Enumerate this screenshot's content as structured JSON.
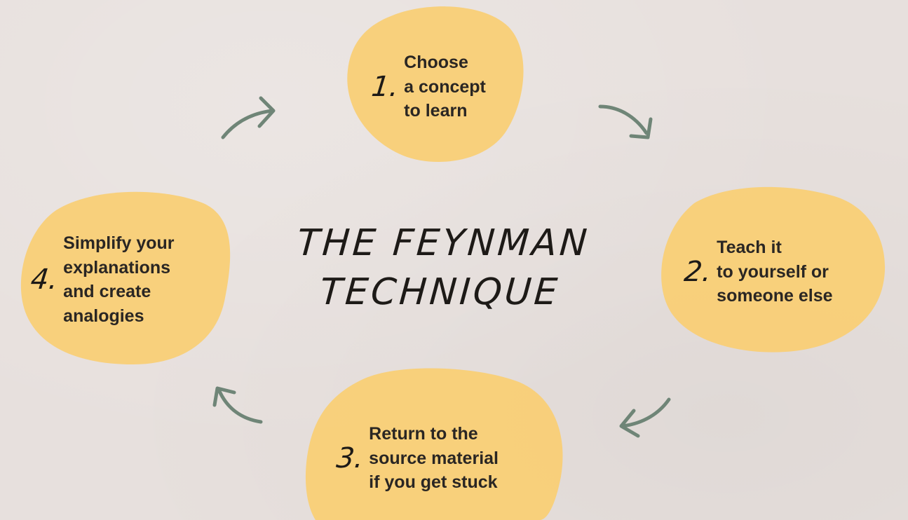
{
  "diagram": {
    "title_lines": [
      "THE FEYNMAN",
      "TECHNIQUE"
    ],
    "colors": {
      "background": "#e7e0dd",
      "blob_fill": "#f9cf76",
      "arrow": "#6f8577",
      "text": "#2a2623"
    },
    "steps": [
      {
        "number": "1.",
        "lines": [
          "Choose",
          "a concept",
          "to learn"
        ]
      },
      {
        "number": "2.",
        "lines": [
          "Teach it",
          "to yourself or",
          "someone else"
        ]
      },
      {
        "number": "3.",
        "lines": [
          "Return to the",
          "source material",
          "if you get stuck"
        ]
      },
      {
        "number": "4.",
        "lines": [
          "Simplify your",
          "explanations",
          "and create",
          "analogies"
        ]
      }
    ],
    "arrow_icons": [
      "curved-arrow-icon",
      "curved-arrow-icon",
      "curved-arrow-icon",
      "curved-arrow-icon"
    ]
  }
}
